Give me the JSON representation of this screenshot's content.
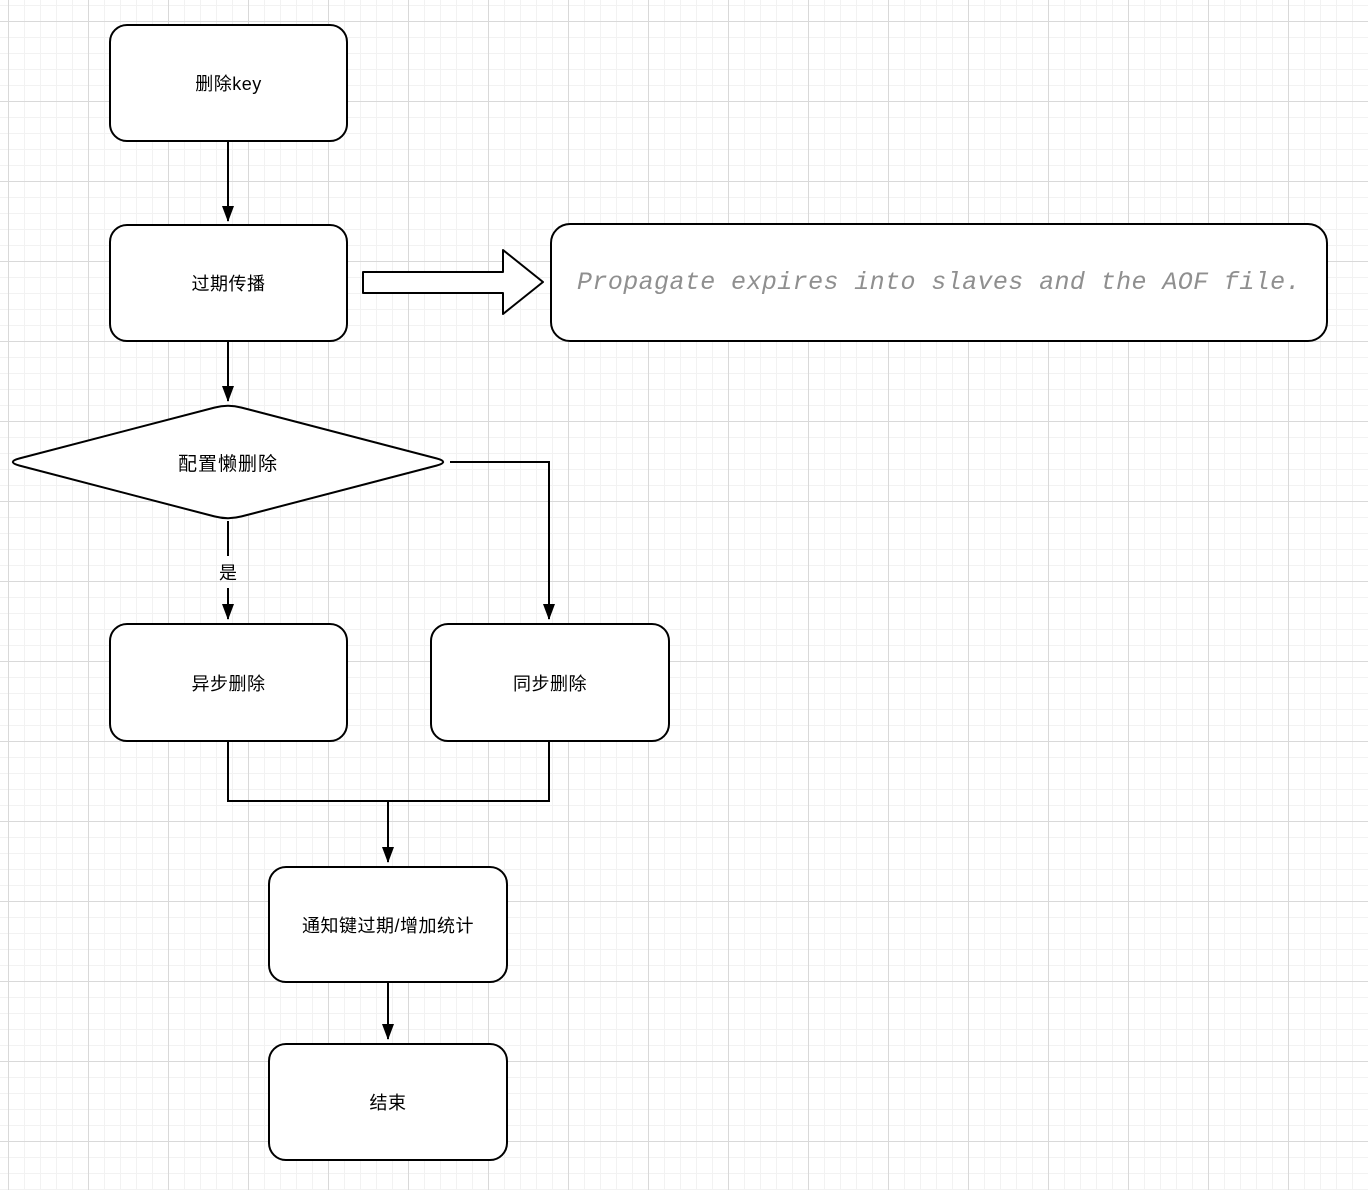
{
  "canvas": {
    "background_color": "#ffffff",
    "grid_minor_color": "#f2f2f2",
    "grid_major_color": "#d9d9d9",
    "shape_stroke_color": "#000000",
    "shape_fill_color": "#ffffff",
    "note_text_color": "#8f8f8f"
  },
  "nodes": {
    "delete_key": {
      "label": "删除key",
      "type": "rounded-rect"
    },
    "expire_propagate": {
      "label": "过期传播",
      "type": "rounded-rect"
    },
    "note": {
      "label": "Propagate expires into slaves and the AOF file.",
      "type": "rounded-rect-note"
    },
    "lazy_delete_decision": {
      "label": "配置懒删除",
      "type": "diamond"
    },
    "async_delete": {
      "label": "异步删除",
      "type": "rounded-rect"
    },
    "sync_delete": {
      "label": "同步删除",
      "type": "rounded-rect"
    },
    "notify_stats": {
      "label": "通知键过期/增加统计",
      "type": "rounded-rect"
    },
    "end": {
      "label": "结束",
      "type": "rounded-rect"
    }
  },
  "edges": {
    "yes_label": "是"
  }
}
